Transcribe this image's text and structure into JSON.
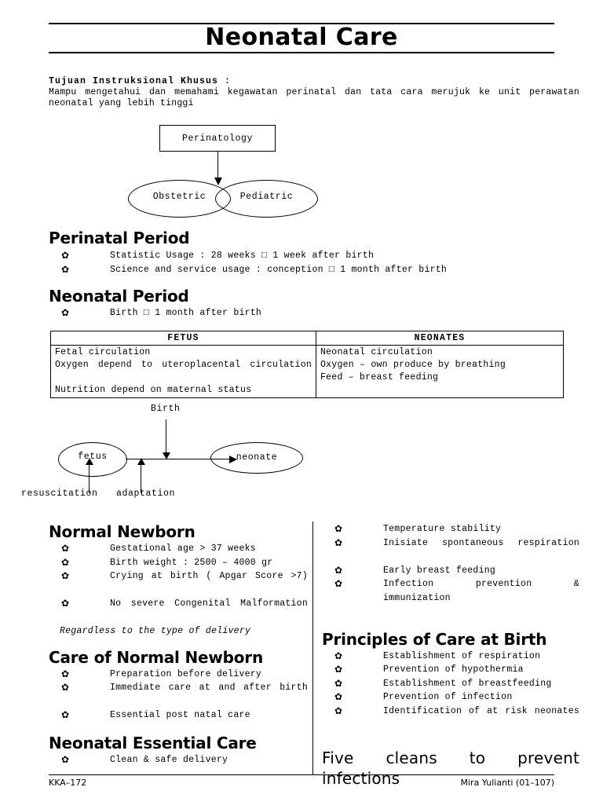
{
  "document": {
    "title": "Neonatal Care"
  },
  "intro": {
    "heading": "Tujuan Instruksional Khusus :",
    "body": "Mampu mengetahui  dan memahami kegawatan perinatal dan tata cara merujuk ke unit perawatan neonatal yang lebih tinggi"
  },
  "diagram_perinatology": {
    "box_label": "Perinatology",
    "left_ellipse": "Obstetric",
    "right_ellipse": "Pediatric",
    "arrow": "down-arrow-icon"
  },
  "sections": {
    "perinatal_period": {
      "heading": "Perinatal Period",
      "items": [
        "Statistic Usage : 28 weeks □ 1 week after birth",
        "Science and service usage : conception □ 1 month after birth"
      ]
    },
    "neonatal_period": {
      "heading": "Neonatal Period",
      "items": [
        "Birth □ 1 month after birth"
      ]
    }
  },
  "comparison_table": {
    "headers": [
      "FETUS",
      "NEONATES"
    ],
    "columns": [
      [
        "Fetal circulation",
        "Oxygen depend to uteroplacental circulation",
        "Nutrition depend on maternal status"
      ],
      [
        "Neonatal circulation",
        "Oxygen – own produce by breathing",
        "Feed – breast feeding"
      ]
    ]
  },
  "diagram_birth": {
    "top_label": "Birth",
    "left_ellipse": "fetus",
    "right_ellipse": "neonate",
    "bottom_label_left": "resuscitation",
    "bottom_label_right": "adaptation"
  },
  "left_column": {
    "normal_newborn": {
      "heading": "Normal Newborn",
      "items": [
        "Gestational age > 37 weeks",
        "Birth weight :  2500 – 4000 gr",
        "Crying at birth ( Apgar Score >7)",
        "No severe Congenital Malformation"
      ],
      "note": "Regardless to the type of delivery"
    },
    "care_of_normal_newborn": {
      "heading": "Care of Normal Newborn",
      "items": [
        "Preparation before delivery",
        "Immediate care at and after birth",
        "Essential post natal care"
      ]
    },
    "neonatal_essential_care": {
      "heading": "Neonatal Essential Care",
      "items": [
        "Clean & safe delivery"
      ]
    }
  },
  "right_column": {
    "continued_items": [
      "Temperature stability",
      "Inisiate spontaneous respiration",
      "Early breast feeding",
      "Infection prevention & immunization"
    ],
    "principles_of_care": {
      "heading": "Principles of Care at Birth",
      "items": [
        "Establishment of respiration",
        "Prevention of hypothermia",
        "Establishment of breastfeeding",
        "Prevention of infection",
        "Identification of at risk neonates"
      ]
    },
    "five_cleans": "Five cleans to prevent infections"
  },
  "footer": {
    "left": "KKA–172",
    "right": "Mira Yulianti (01–107)"
  },
  "glyphs": {
    "bullet": "✿"
  }
}
